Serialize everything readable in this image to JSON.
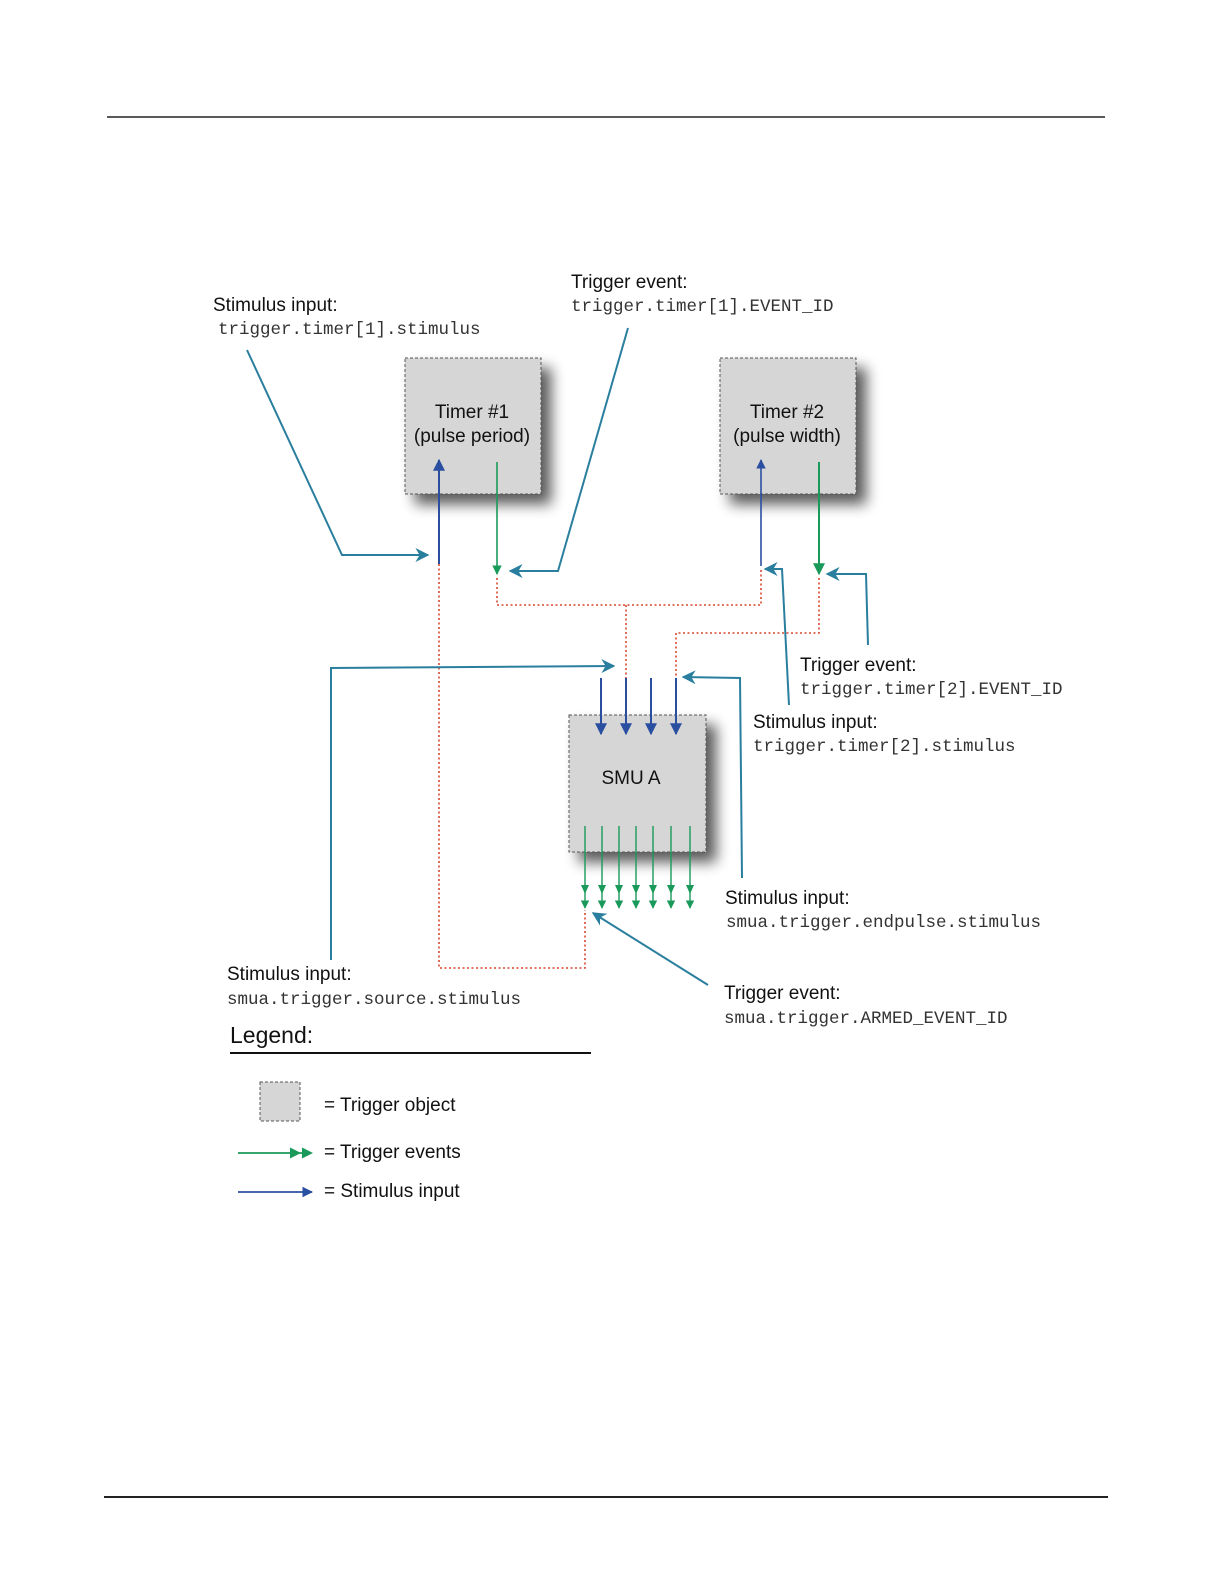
{
  "boxes": {
    "timer1": {
      "line1": "Timer #1",
      "line2": "(pulse period)"
    },
    "timer2": {
      "line1": "Timer #2",
      "line2": "(pulse width)"
    },
    "smu": {
      "label": "SMU A"
    }
  },
  "labels": {
    "t1_stim": {
      "caption": "Stimulus input:",
      "code": "trigger.timer[1].stimulus"
    },
    "t1_event": {
      "caption": "Trigger event:",
      "code": "trigger.timer[1].EVENT_ID"
    },
    "t2_event": {
      "caption": "Trigger event:",
      "code": "trigger.timer[2].EVENT_ID"
    },
    "t2_stim": {
      "caption": "Stimulus input:",
      "code": "trigger.timer[2].stimulus"
    },
    "endpulse_stim": {
      "caption": "Stimulus input:",
      "code": "smua.trigger.endpulse.stimulus"
    },
    "source_stim": {
      "caption": "Stimulus input:",
      "code": "smua.trigger.source.stimulus"
    },
    "armed_event": {
      "caption": "Trigger event:",
      "code": "smua.trigger.ARMED_EVENT_ID"
    }
  },
  "legend": {
    "title": "Legend:",
    "items": [
      {
        "text": "= Trigger object"
      },
      {
        "text": "= Trigger events"
      },
      {
        "text": "= Stimulus input"
      }
    ]
  },
  "colors": {
    "stimulus_blue": "#2b4fa0",
    "trigger_green": "#1a9a5a",
    "callout_teal": "#2a7f9e",
    "dotted_red": "#d9472f",
    "box_fill": "#d6d6d6"
  }
}
